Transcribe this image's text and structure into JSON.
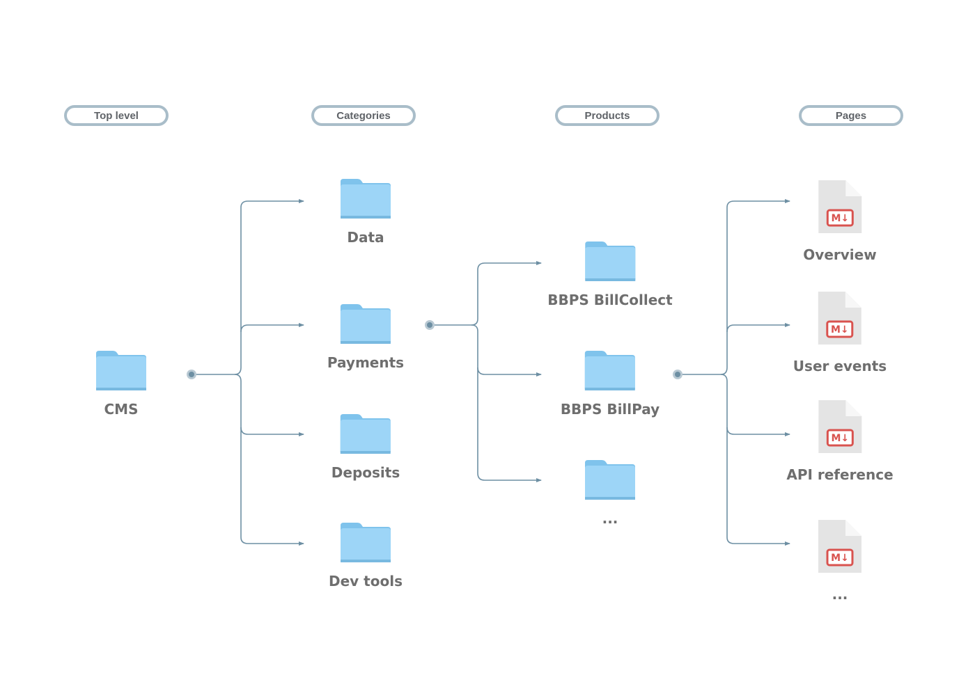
{
  "columns": {
    "top_level": "Top level",
    "categories": "Categories",
    "products": "Products",
    "pages": "Pages"
  },
  "nodes": {
    "cms": "CMS",
    "data": "Data",
    "payments": "Payments",
    "deposits": "Deposits",
    "dev_tools": "Dev tools",
    "bbps_billcollect": "BBPS BillCollect",
    "bbps_billpay": "BBPS BillPay",
    "products_more": "...",
    "overview": "Overview",
    "user_events": "User events",
    "api_reference": "API reference",
    "pages_more": "..."
  },
  "icons": {
    "folder": "folder-icon",
    "page": "markdown-document-icon",
    "badge_text": "M↓"
  },
  "colors": {
    "folder": "#8ccff5",
    "connector": "#6d8fa3",
    "pill_border": "#a9bdc9",
    "badge": "#d9534f",
    "label": "#6e6e6e"
  }
}
